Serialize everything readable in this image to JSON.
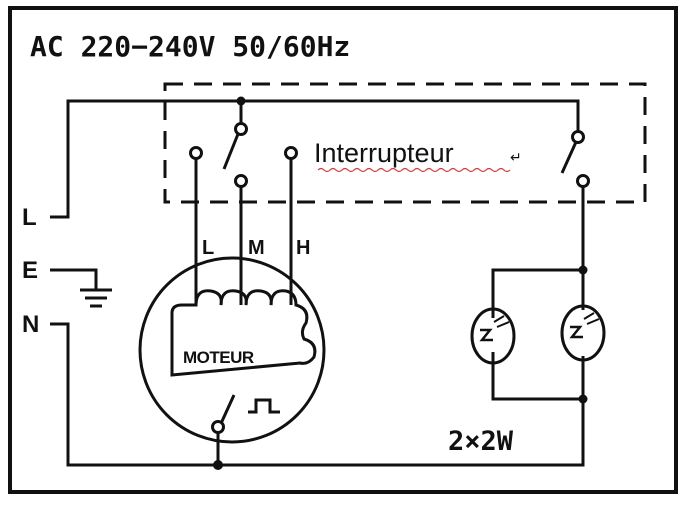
{
  "header": {
    "supply": "AC 220−240V 50/60Hz"
  },
  "terminals": {
    "line": "L",
    "earth": "E",
    "neutral": "N"
  },
  "switch_box": {
    "label": "Interrupteur",
    "edit_mark": "↵"
  },
  "motor": {
    "label": "MOTEUR",
    "taps": {
      "low": "L",
      "medium": "M",
      "high": "H"
    }
  },
  "lamps": {
    "rating": "2×2W",
    "count": 2
  },
  "colors": {
    "ink": "#111111",
    "background": "#ffffff",
    "spellcheck_underline": "#d23b3b"
  },
  "icons": [
    "earth-ground-icon",
    "lamp-icon",
    "switch-icon",
    "motor-winding-icon",
    "thermal-cutout-icon"
  ]
}
